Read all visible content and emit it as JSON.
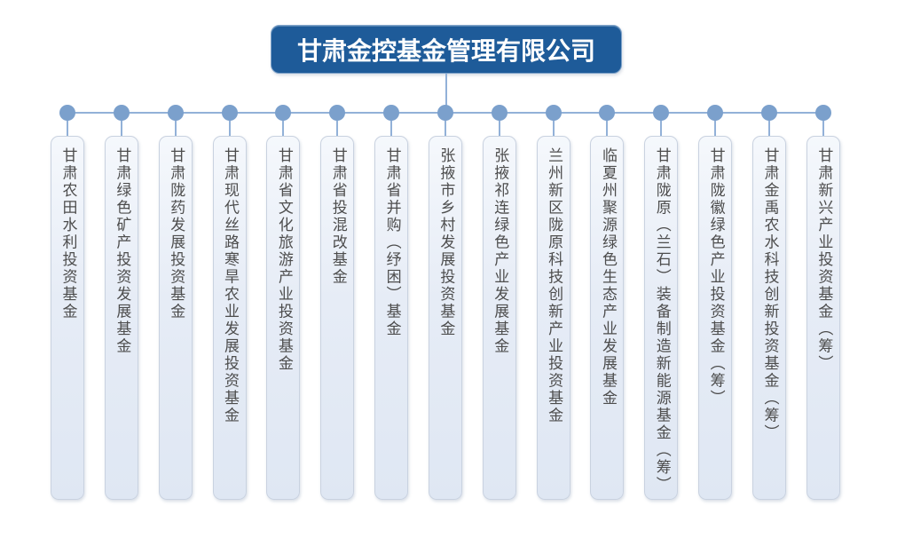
{
  "root": {
    "title": "甘肃金控基金管理有限公司"
  },
  "funds": [
    "甘肃农田水利投资基金",
    "甘肃绿色矿产投资发展基金",
    "甘肃陇药发展投资基金",
    "甘肃现代丝路寒旱农业发展投资基金",
    "甘肃省文化旅游产业投资基金",
    "甘肃省投混改基金",
    "甘肃省并购（纾困）基金",
    "张掖市乡村发展投资基金",
    "张掖祁连绿色产业发展基金",
    "兰州新区陇原科技创新产业投资基金",
    "临夏州聚源绿色生态产业发展基金",
    "甘肃陇原（兰石）装备制造新能源基金（筹）",
    "甘肃陇徽绿色产业投资基金（筹）",
    "甘肃金禹农水科技创新投资基金（筹）",
    "甘肃新兴产业投资基金（筹）"
  ],
  "colors": {
    "root_background": "#1e5b99",
    "root_text": "#ffffff",
    "connector_line": "#92b1d8",
    "connector_dot": "#7ba0cc",
    "fund_box_fill_top": "#f5f8fc",
    "fund_box_fill_bottom": "#dfe7f3",
    "fund_box_border": "#c9d2e0",
    "fund_text": "#4d4d4d"
  }
}
